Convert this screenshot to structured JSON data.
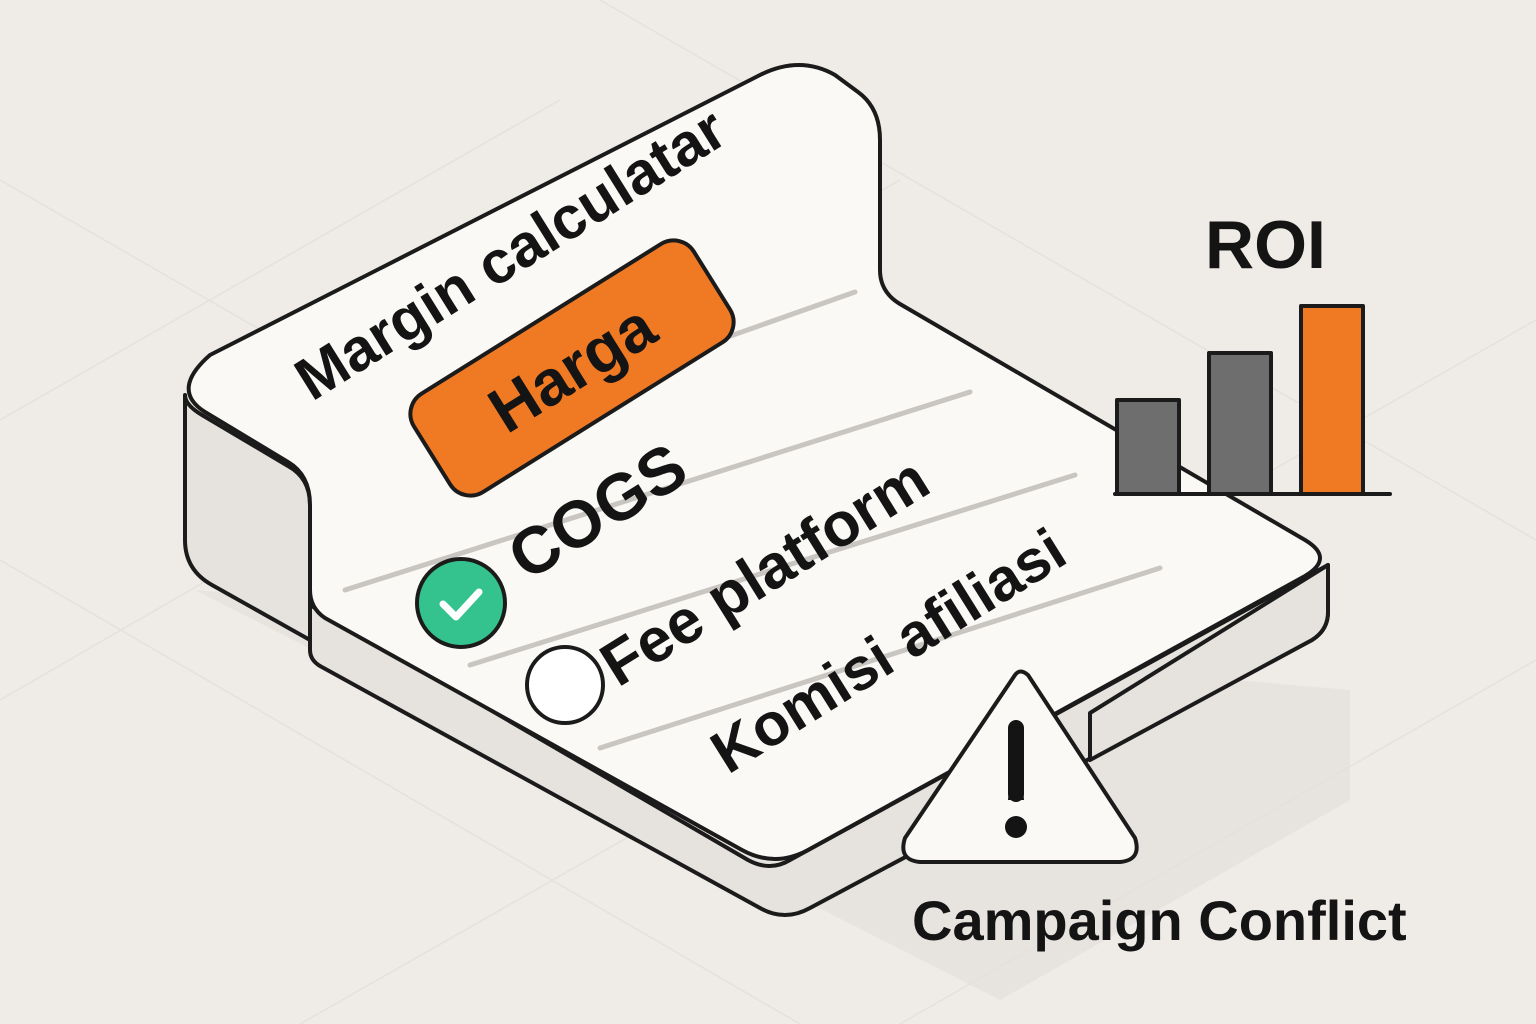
{
  "card": {
    "title": "Margin calculatar",
    "price_button_label": "Harga",
    "items": [
      {
        "label": "COGS",
        "checked": true
      },
      {
        "label": "Fee platform",
        "checked": false
      },
      {
        "label": "Komisi afiliasi"
      }
    ]
  },
  "roi_chart": {
    "title": "ROI",
    "chart_data": {
      "type": "bar",
      "title": "ROI",
      "values": [
        1,
        1.5,
        2
      ],
      "colors": [
        "#6E6E6E",
        "#6E6E6E",
        "#F07A24"
      ]
    }
  },
  "warning": {
    "icon": "warning-triangle-icon",
    "label": "Campaign Conflict"
  },
  "colors": {
    "background": "#EFEBE7",
    "accent_orange": "#F07A24",
    "check_green": "#34C38F",
    "bar_gray": "#6E6E6E",
    "card": "#FBF9F6",
    "card_side": "#E6E3DE"
  }
}
